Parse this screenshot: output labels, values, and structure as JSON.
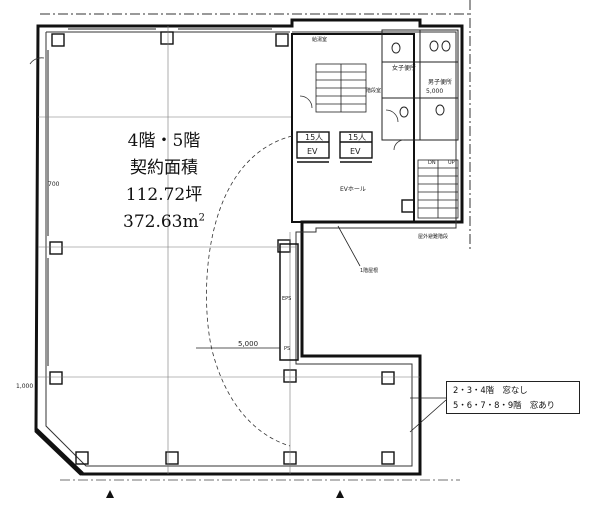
{
  "area": {
    "floors": "4階・5階",
    "title": "契約面積",
    "tsubo": "112.72坪",
    "sqm_value": "372.63",
    "sqm_unit": "m",
    "sqm_exp": "2"
  },
  "note": {
    "line1": "2・3・4階　窓なし",
    "line2": "5・6・7・8・9階　窓あり"
  },
  "labels": {
    "elevator_1_capacity": "15人",
    "elevator_2_capacity": "15人",
    "elevator_1": "EV",
    "elevator_2": "EV",
    "ev_hall": "EVホール",
    "female_toilet": "女子便所",
    "male_toilet": "男子便所",
    "dimension_toilet": "5,000",
    "dimension_bottom": "5,000",
    "dimension_left": "700",
    "dimension_left_low": "1,000",
    "ps": "PS",
    "eps": "EPS",
    "stairs_top": "階段室",
    "exterior_stairs": "屋外避難階段",
    "sprinkler": "1階屋根",
    "dn": "DN",
    "up": "UP",
    "storage": "給湯室"
  }
}
